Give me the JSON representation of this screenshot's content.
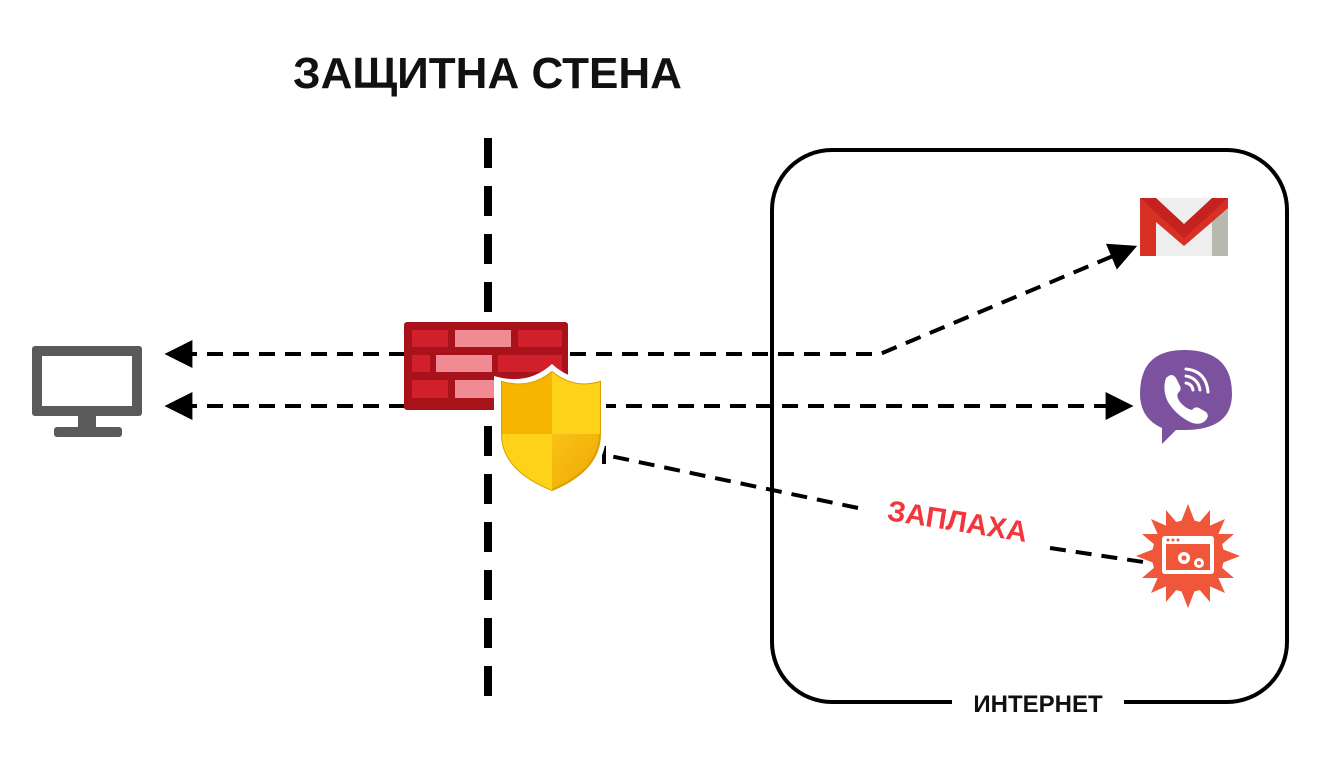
{
  "title": "ЗАЩИТНА СТЕНА",
  "internet_label": "ИНТЕРНЕТ",
  "threat_label": "ЗАПЛАХА",
  "icons": {
    "computer": "monitor-icon",
    "firewall": "brick-wall-icon",
    "shield": "security-shield-icon",
    "gmail": "gmail-icon",
    "viber": "viber-icon",
    "malware": "malware-icon"
  },
  "colors": {
    "threat": "#f2363b",
    "brick": "#d1202b",
    "shield": "#f5c400",
    "viber": "#7c529e",
    "gmail_red": "#d93025",
    "malware": "#f0573a"
  }
}
